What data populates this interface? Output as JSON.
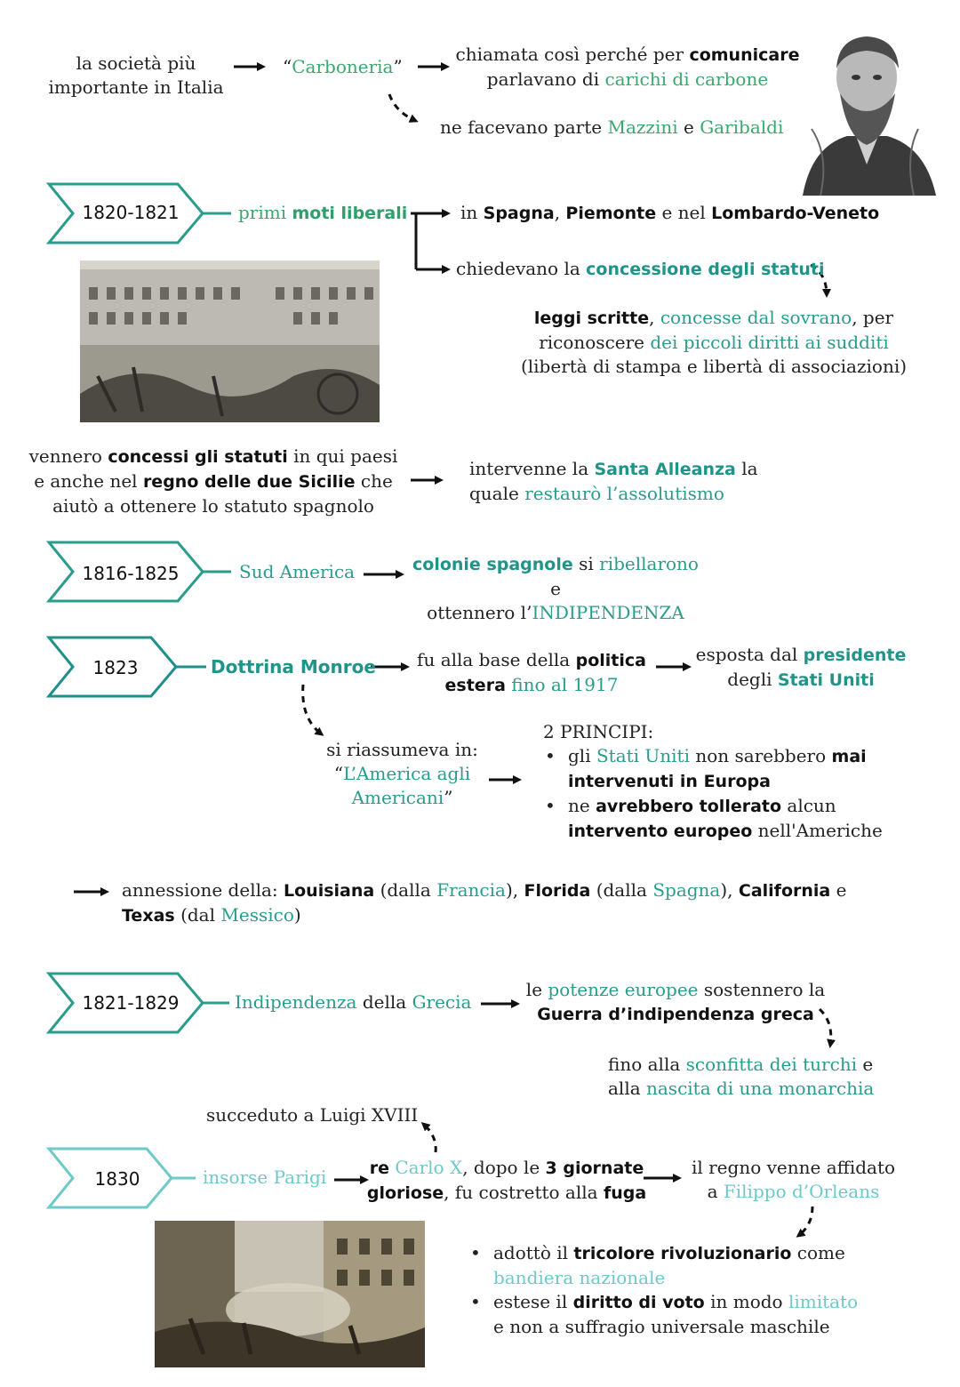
{
  "carboneria": {
    "left": "la società più importante in Italia",
    "name": "Carboneria",
    "quote_open": "“",
    "quote_close": "”",
    "why_1": "chiamata così perché per",
    "why_2": "comunicare",
    "why_3": "parlavano di",
    "why_4": "carichi di carbone",
    "members_1": "ne facevano parte",
    "members_2": "Mazzini",
    "members_3": "e",
    "members_4": "Garibaldi"
  },
  "s1820": {
    "date": "1820-1821",
    "t1": "primi",
    "t2": "moti liberali",
    "a1": "in",
    "a2": "Spagna",
    "a3": ",",
    "a4": "Piemonte",
    "a5": "e nel",
    "a6": "Lombardo-Veneto",
    "b1": "chiedevano la",
    "b2": "concessione degli statuti",
    "c1": "leggi scritte",
    "c2": ",",
    "c3": "concesse dal sovrano",
    "c4": ", per",
    "c5": "riconoscere",
    "c6": "dei piccoli diritti ai sudditi",
    "c7": "(libertà di stampa e libertà di associazioni)"
  },
  "statuti": {
    "l1": "vennero",
    "l2": "concessi gli statuti",
    "l3": "in qui paesi",
    "l4": "e anche nel",
    "l5": "regno delle due Sicilie",
    "l6": "che",
    "l7": "aiutò a ottenere lo statuto spagnolo",
    "r1": "intervenne la",
    "r2": "Santa Alleanza",
    "r3": "la",
    "r4": "quale",
    "r5": "restaurò l’assolutismo"
  },
  "s1816": {
    "date": "1816-1825",
    "topic": "Sud America",
    "r1": "colonie spagnole",
    "r2": "si",
    "r3": "ribellarono",
    "r4": "e",
    "r5": "ottennero l’",
    "r6": "INDIPENDENZA"
  },
  "s1823": {
    "date": "1823",
    "topic": "Dottrina Monroe",
    "m1": "fu alla base della",
    "m2": "politica",
    "m3": "estera",
    "m4": "fino al 1917",
    "r1": "esposta dal",
    "r2": "presidente",
    "r3": "degli",
    "r4": "Stati Uniti",
    "s1": "si riassumeva in:",
    "s2": "“",
    "s3": "L’America agli Americani",
    "s4": "”",
    "p_title": "2 PRINCIPI:",
    "p1a": "gli",
    "p1b": "Stati Uniti",
    "p1c": "non sarebbero",
    "p1d": "mai intervenuti in Europa",
    "p2a": "ne",
    "p2b": "avrebbero tollerato",
    "p2c": "alcun",
    "p2d": "intervento europeo",
    "p2e": "nell'Americhe"
  },
  "annessione": {
    "a1": "annessione della:",
    "a2": "Louisiana",
    "a3": "(dalla",
    "a4": "Francia",
    "a5": "),",
    "a6": "Florida",
    "a7": "(dalla",
    "a8": "Spagna",
    "a9": "),",
    "a10": "California",
    "a11": "e",
    "a12": "Texas",
    "a13": "(dal",
    "a14": "Messico",
    "a15": ")"
  },
  "s1821": {
    "date": "1821-1829",
    "t1": "Indipendenza",
    "t2": "della",
    "t3": "Grecia",
    "r1": "le",
    "r2": "potenze europee",
    "r3": "sostennero la",
    "r4": "Guerra d’indipendenza greca",
    "f1": "fino alla",
    "f2": "sconfitta dei turchi",
    "f3": "e",
    "f4": "alla",
    "f5": "nascita di una monarchia"
  },
  "s1830": {
    "date": "1830",
    "topic": "insorse Parigi",
    "above": "succeduto a Luigi XVIII",
    "m1": "re",
    "m2": "Carlo X",
    "m3": ", dopo le",
    "m4": "3 giornate",
    "m5": "gloriose",
    "m6": ", fu costretto alla",
    "m7": "fuga",
    "r1": "il regno venne affidato",
    "r2": "a",
    "r3": "Filippo d’Orleans",
    "b1a": "adottò il",
    "b1b": "tricolore rivoluzionario",
    "b1c": "come",
    "b1d": "bandiera nazionale",
    "b2a": "estese il",
    "b2b": "diritto di voto",
    "b2c": "in modo",
    "b2d": "limitato",
    "b2e": "e non a suffragio universale maschile"
  },
  "colors": {
    "green": "#3aa86e",
    "teal": "#2a9c8c",
    "light_teal": "#6ec9c9"
  }
}
